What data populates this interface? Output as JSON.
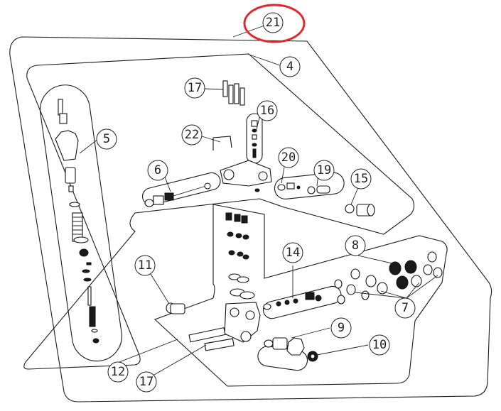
{
  "callouts": [
    {
      "id": "c21",
      "label": "21"
    },
    {
      "id": "c4",
      "label": "4"
    },
    {
      "id": "c17a",
      "label": "17"
    },
    {
      "id": "c16",
      "label": "16"
    },
    {
      "id": "c5",
      "label": "5"
    },
    {
      "id": "c22",
      "label": "22"
    },
    {
      "id": "c6",
      "label": "6"
    },
    {
      "id": "c20",
      "label": "20"
    },
    {
      "id": "c19",
      "label": "19"
    },
    {
      "id": "c15",
      "label": "15"
    },
    {
      "id": "c8",
      "label": "8"
    },
    {
      "id": "c14",
      "label": "14"
    },
    {
      "id": "c11",
      "label": "11"
    },
    {
      "id": "c7",
      "label": "7"
    },
    {
      "id": "c9",
      "label": "9"
    },
    {
      "id": "c10",
      "label": "10"
    },
    {
      "id": "c12",
      "label": "12"
    },
    {
      "id": "c17b",
      "label": "17"
    }
  ],
  "highlight": {
    "target": "21",
    "color": "#e3262b"
  }
}
